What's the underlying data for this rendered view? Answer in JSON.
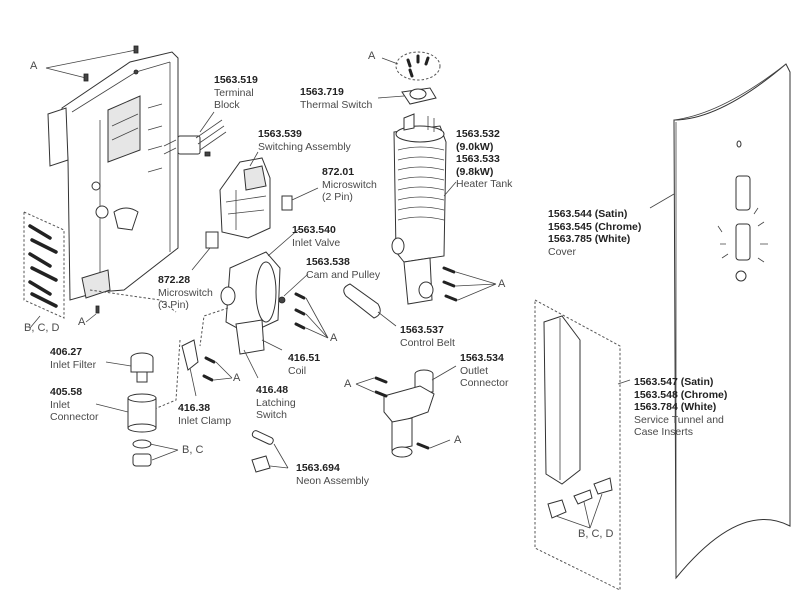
{
  "diagram": {
    "title": "Electric shower exploded parts diagram",
    "parts": [
      {
        "id": "terminal-block",
        "part_no": "1563.519",
        "name_lines": [
          "Terminal",
          "Block"
        ]
      },
      {
        "id": "thermal-switch",
        "part_no": "1563.719",
        "name_lines": [
          "Thermal Switch"
        ]
      },
      {
        "id": "switching-assembly",
        "part_no": "1563.539",
        "name_lines": [
          "Switching Assembly"
        ]
      },
      {
        "id": "microswitch-2pin",
        "part_no": "872.01",
        "name_lines": [
          "Microswitch",
          "(2 Pin)"
        ]
      },
      {
        "id": "heater-tank",
        "part_no": "1563.532",
        "part_no_lines": [
          "1563.532",
          "(9.0kW)",
          "1563.533",
          "(9.8kW)"
        ],
        "name_lines": [
          "Heater Tank"
        ]
      },
      {
        "id": "inlet-valve",
        "part_no": "1563.540",
        "name_lines": [
          "Inlet Valve"
        ]
      },
      {
        "id": "cam-pulley",
        "part_no": "1563.538",
        "name_lines": [
          "Cam and Pulley"
        ]
      },
      {
        "id": "microswitch-3pin",
        "part_no": "872.28",
        "name_lines": [
          "Microswitch",
          "(3 Pin)"
        ]
      },
      {
        "id": "cover",
        "part_no_lines": [
          "1563.544 (Satin)",
          "1563.545 (Chrome)",
          "1563.785 (White)"
        ],
        "name_lines": [
          "Cover"
        ]
      },
      {
        "id": "inlet-filter",
        "part_no": "406.27",
        "name_lines": [
          "Inlet Filter"
        ]
      },
      {
        "id": "inlet-connector",
        "part_no": "405.58",
        "name_lines": [
          "Inlet",
          "Connector"
        ]
      },
      {
        "id": "inlet-clamp",
        "part_no": "416.38",
        "name_lines": [
          "Inlet Clamp"
        ]
      },
      {
        "id": "coil",
        "part_no": "416.51",
        "name_lines": [
          "Coil"
        ]
      },
      {
        "id": "latching-switch",
        "part_no": "416.48",
        "name_lines": [
          "Latching",
          "Switch"
        ]
      },
      {
        "id": "control-belt",
        "part_no": "1563.537",
        "name_lines": [
          "Control Belt"
        ]
      },
      {
        "id": "outlet-connector",
        "part_no": "1563.534",
        "name_lines": [
          "Outlet",
          "Connector"
        ]
      },
      {
        "id": "neon-assembly",
        "part_no": "1563.694",
        "name_lines": [
          "Neon Assembly"
        ]
      },
      {
        "id": "service-tunnel",
        "part_no_lines": [
          "1563.547 (Satin)",
          "1563.548 (Chrome)",
          "1563.784 (White)"
        ],
        "name_lines": [
          "Service Tunnel and",
          "Case Inserts"
        ]
      }
    ],
    "kit_refs": {
      "a": "A",
      "bcd": "B, C, D",
      "bc": "B, C"
    }
  }
}
